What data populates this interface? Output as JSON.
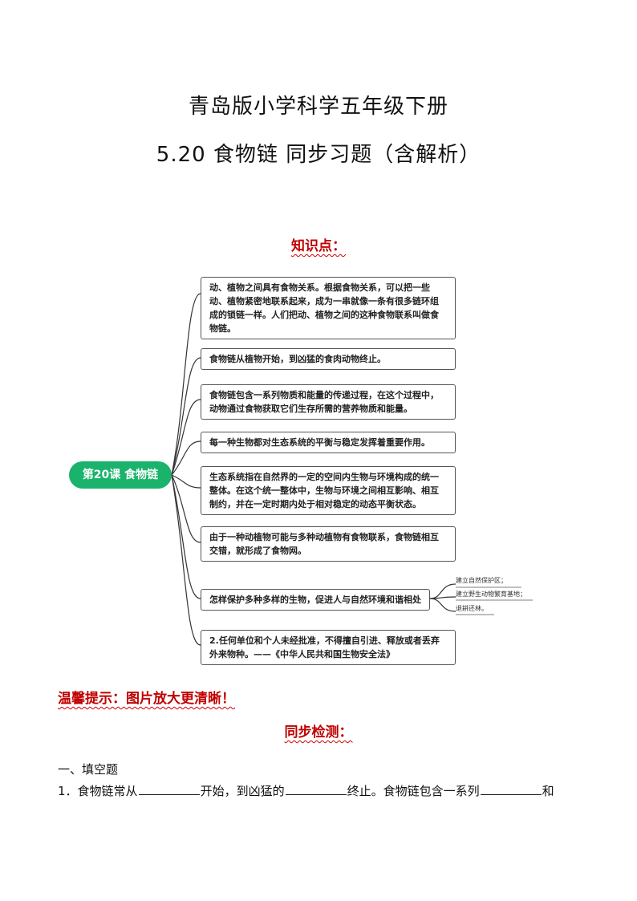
{
  "doc": {
    "title_line1": "青岛版小学科学五年级下册",
    "title_line2": "5.20 食物链 同步习题（含解析）"
  },
  "knowledge_heading": "知识点：",
  "mindmap": {
    "root": "第20课 食物链",
    "nodes": [
      "动、植物之间具有食物关系。根据食物关系，可以把一些动、植物紧密地联系起来，成为一串就像一条有很多链环组成的锁链一样。人们把动、植物之间的这种食物联系叫做食物链。",
      "食物链从植物开始，到凶猛的食肉动物终止。",
      "食物链包含一系列物质和能量的传递过程，在这个过程中，动物通过食物获取它们生存所需的营养物质和能量。",
      "每一种生物都对生态系统的平衡与稳定发挥着重要作用。",
      "生态系统指在自然界的一定的空间内生物与环境构成的统一整体。在这个统一整体中，生物与环境之间相互影响、相互制约，并在一定时期内处于相对稳定的动态平衡状态。",
      "由于一种动植物可能与多种动植物有食物联系，食物链相互交错，就形成了食物网。",
      "怎样保护多种多样的生物，促进人与自然环境和谐相处",
      "2.任何单位和个人未经批准，不得擅自引进、释放或者丢弃外来物种。——《中华人民共和国生物安全法》"
    ],
    "sub_items": [
      "建立自然保护区；",
      "建立野生动物繁育基地；",
      "退耕还林。"
    ]
  },
  "tip": "温馨提示：图片放大更清晰！",
  "sync_heading": "同步检测：",
  "questions": {
    "section": "一、填空题",
    "q1_num": "1．",
    "q1_part1": "食物链常从",
    "q1_part2": "开始，到凶猛的",
    "q1_part3": "终止。食物链包含一系列",
    "q1_part4": "和"
  },
  "colors": {
    "root_green": "#1ab36b",
    "heading_red": "#c00000",
    "node_border": "#555555"
  }
}
